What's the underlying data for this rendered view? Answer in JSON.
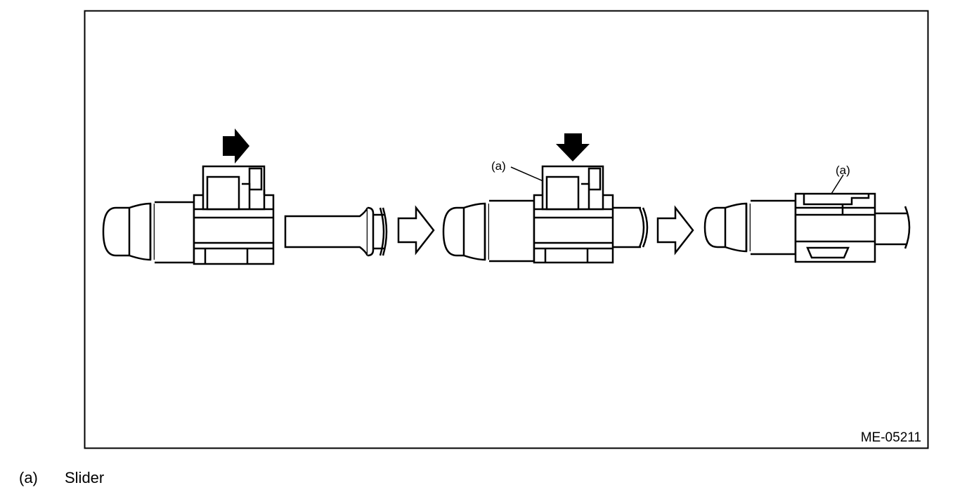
{
  "figure": {
    "code": "ME-05211",
    "callout_label": "(a)"
  },
  "legend": [
    {
      "key": "(a)",
      "description": "Slider"
    }
  ]
}
